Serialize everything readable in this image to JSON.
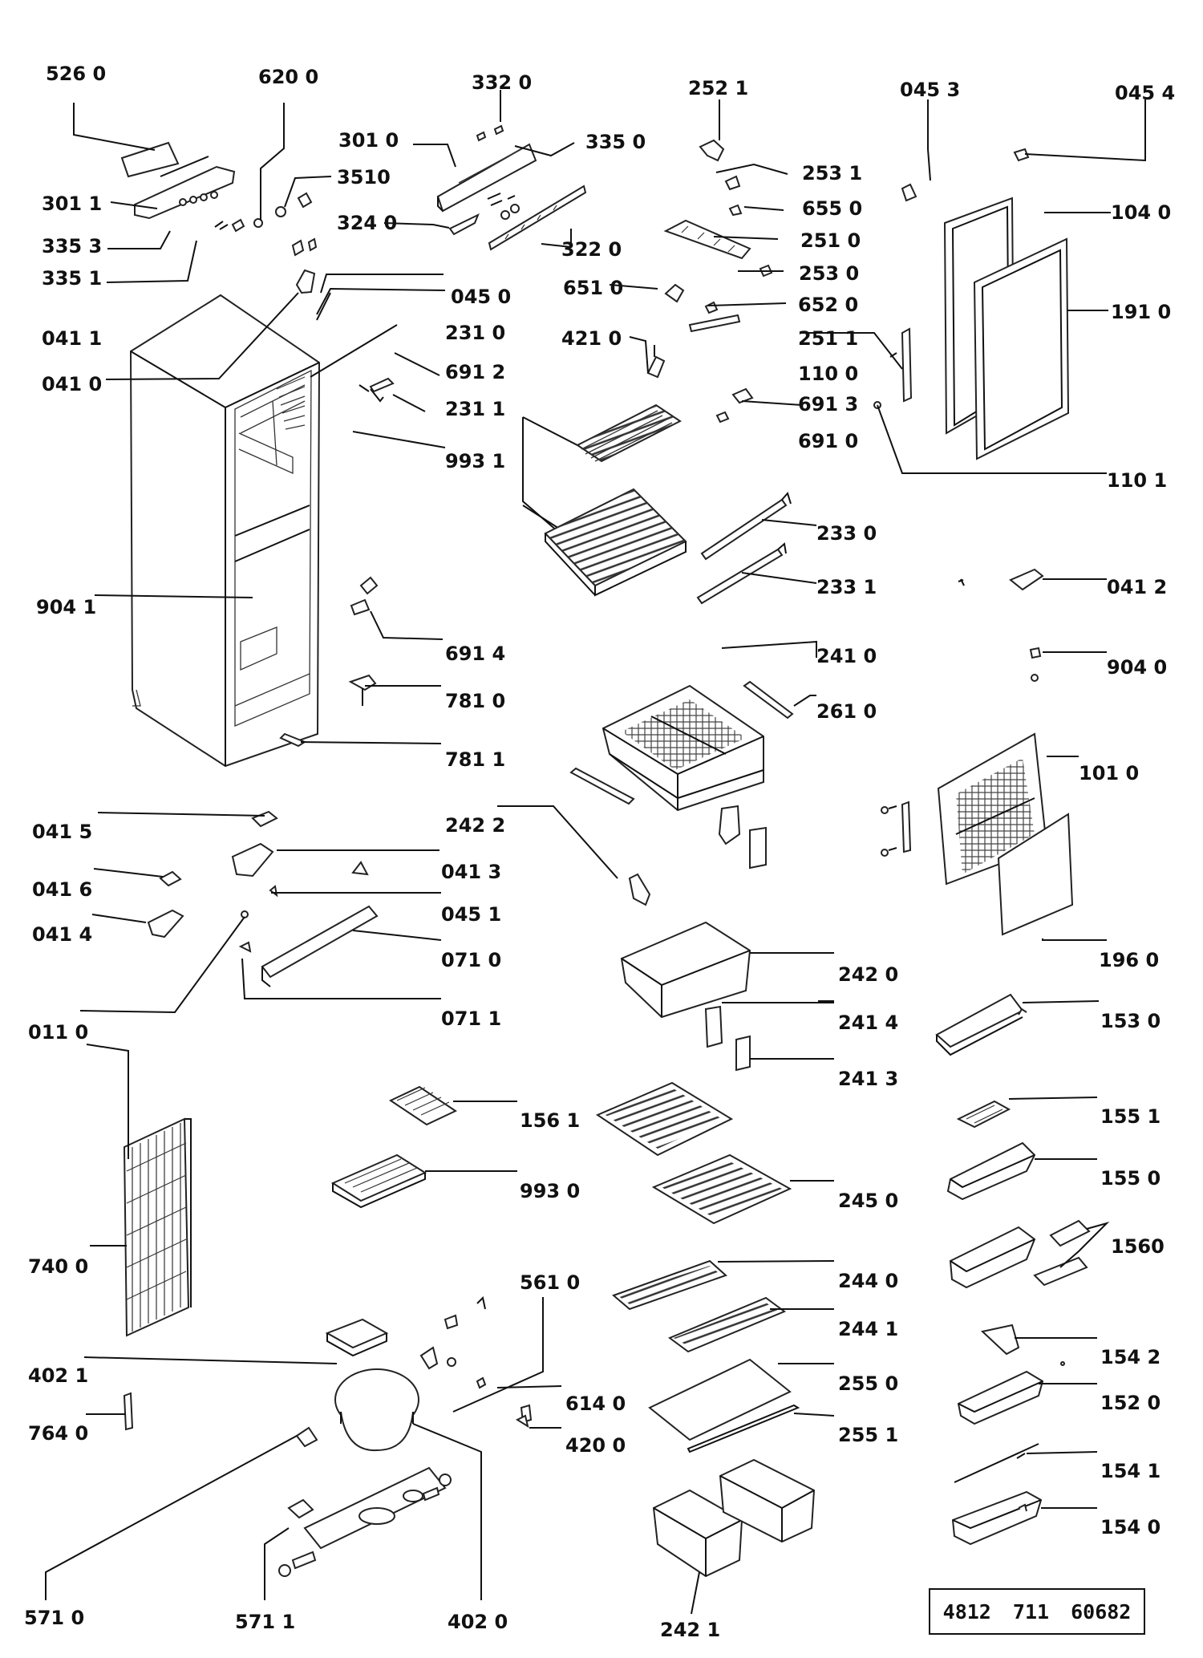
{
  "diagram": {
    "drawing_number": "4812   711   60682",
    "callouts": [
      {
        "id": "c5260",
        "text": "526 0"
      },
      {
        "id": "c6200",
        "text": "620 0"
      },
      {
        "id": "c3320",
        "text": "332 0"
      },
      {
        "id": "c2521",
        "text": "252 1"
      },
      {
        "id": "c0453",
        "text": "045 3"
      },
      {
        "id": "c0454",
        "text": "045 4"
      },
      {
        "id": "c3010",
        "text": "301 0"
      },
      {
        "id": "c3350",
        "text": "335 0"
      },
      {
        "id": "c3011",
        "text": "301 1"
      },
      {
        "id": "c3510",
        "text": "3510"
      },
      {
        "id": "c2531",
        "text": "253 1"
      },
      {
        "id": "c3353",
        "text": "335 3"
      },
      {
        "id": "c3240",
        "text": "324 0"
      },
      {
        "id": "c6550",
        "text": "655 0"
      },
      {
        "id": "c1040",
        "text": "104 0"
      },
      {
        "id": "c2510",
        "text": "251 0"
      },
      {
        "id": "c3220",
        "text": "322 0"
      },
      {
        "id": "c3351",
        "text": "335 1"
      },
      {
        "id": "c2530",
        "text": "253 0"
      },
      {
        "id": "c6510",
        "text": "651 0"
      },
      {
        "id": "c0450",
        "text": "045 0"
      },
      {
        "id": "c6520",
        "text": "652 0"
      },
      {
        "id": "c1910",
        "text": "191 0"
      },
      {
        "id": "c0411",
        "text": "041 1"
      },
      {
        "id": "c2310",
        "text": "231 0"
      },
      {
        "id": "c4210",
        "text": "421 0"
      },
      {
        "id": "c2511",
        "text": "251 1"
      },
      {
        "id": "c6912",
        "text": "691 2"
      },
      {
        "id": "c1100",
        "text": "110 0"
      },
      {
        "id": "c0410",
        "text": "041 0"
      },
      {
        "id": "c2311",
        "text": "231 1"
      },
      {
        "id": "c6913",
        "text": "691 3"
      },
      {
        "id": "c6910",
        "text": "691 0"
      },
      {
        "id": "c9931",
        "text": "993 1"
      },
      {
        "id": "c1101",
        "text": "110 1"
      },
      {
        "id": "c2330",
        "text": "233 0"
      },
      {
        "id": "c2331",
        "text": "233 1"
      },
      {
        "id": "c0412",
        "text": "041 2"
      },
      {
        "id": "c9041",
        "text": "904 1"
      },
      {
        "id": "c6914",
        "text": "691 4"
      },
      {
        "id": "c2410",
        "text": "241 0"
      },
      {
        "id": "c9040",
        "text": "904 0"
      },
      {
        "id": "c7810",
        "text": "781 0"
      },
      {
        "id": "c2610",
        "text": "261 0"
      },
      {
        "id": "c7811",
        "text": "781 1"
      },
      {
        "id": "c1010",
        "text": "101 0"
      },
      {
        "id": "c0415",
        "text": "041 5"
      },
      {
        "id": "c2422",
        "text": "242 2"
      },
      {
        "id": "c0413",
        "text": "041 3"
      },
      {
        "id": "c0416",
        "text": "041 6"
      },
      {
        "id": "c0451",
        "text": "045 1"
      },
      {
        "id": "c0414",
        "text": "041 4"
      },
      {
        "id": "c0710",
        "text": "071 0"
      },
      {
        "id": "c1960",
        "text": "196 0"
      },
      {
        "id": "c2420",
        "text": "242 0"
      },
      {
        "id": "c0110",
        "text": "011 0"
      },
      {
        "id": "c0711",
        "text": "071 1"
      },
      {
        "id": "c2414",
        "text": "241 4"
      },
      {
        "id": "c1530",
        "text": "153 0"
      },
      {
        "id": "c2413",
        "text": "241 3"
      },
      {
        "id": "c1561",
        "text": "156 1"
      },
      {
        "id": "c1551",
        "text": "155 1"
      },
      {
        "id": "c9930",
        "text": "993 0"
      },
      {
        "id": "c2450",
        "text": "245 0"
      },
      {
        "id": "c1550",
        "text": "155 0"
      },
      {
        "id": "c1560",
        "text": "1560"
      },
      {
        "id": "c7400",
        "text": "740 0"
      },
      {
        "id": "c5610",
        "text": "561 0"
      },
      {
        "id": "c2440",
        "text": "244 0"
      },
      {
        "id": "c2441",
        "text": "244 1"
      },
      {
        "id": "c1542",
        "text": "154 2"
      },
      {
        "id": "c4021",
        "text": "402 1"
      },
      {
        "id": "c2550",
        "text": "255 0"
      },
      {
        "id": "c6140",
        "text": "614 0"
      },
      {
        "id": "c1520",
        "text": "152 0"
      },
      {
        "id": "c7640",
        "text": "764 0"
      },
      {
        "id": "c4200",
        "text": "420 0"
      },
      {
        "id": "c2551",
        "text": "255 1"
      },
      {
        "id": "c1541",
        "text": "154 1"
      },
      {
        "id": "c1540",
        "text": "154 0"
      },
      {
        "id": "c5710",
        "text": "571 0"
      },
      {
        "id": "c5711",
        "text": "571 1"
      },
      {
        "id": "c4020",
        "text": "402 0"
      },
      {
        "id": "c2421",
        "text": "242 1"
      }
    ]
  }
}
